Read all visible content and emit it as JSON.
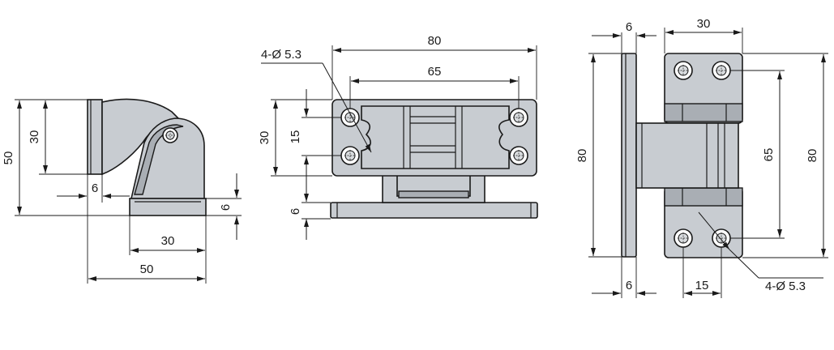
{
  "colors": {
    "part_fill": "#c8ccd1",
    "part_shadow": "#a9aeb4",
    "line": "#1a1a1a",
    "background": "#ffffff"
  },
  "side_view": {
    "dims": {
      "overall_height": "50",
      "upper_height": "30",
      "plate_thickness": "6",
      "base_thickness": "6",
      "base_width": "30",
      "overall_depth": "50"
    }
  },
  "front_view": {
    "dims": {
      "hole_callout": "4-Ø 5.3",
      "overall_width": "80",
      "hole_spacing": "65",
      "plate_height": "30",
      "hole_pitch": "15",
      "base_thickness": "6"
    }
  },
  "top_view": {
    "dims": {
      "plate_thickness": "6",
      "leaf_width": "30",
      "overall_length_left": "80",
      "hole_spacing": "65",
      "overall_length_right": "80",
      "bottom_thickness": "6",
      "hole_offset": "15",
      "hole_callout": "4-Ø 5.3"
    }
  }
}
